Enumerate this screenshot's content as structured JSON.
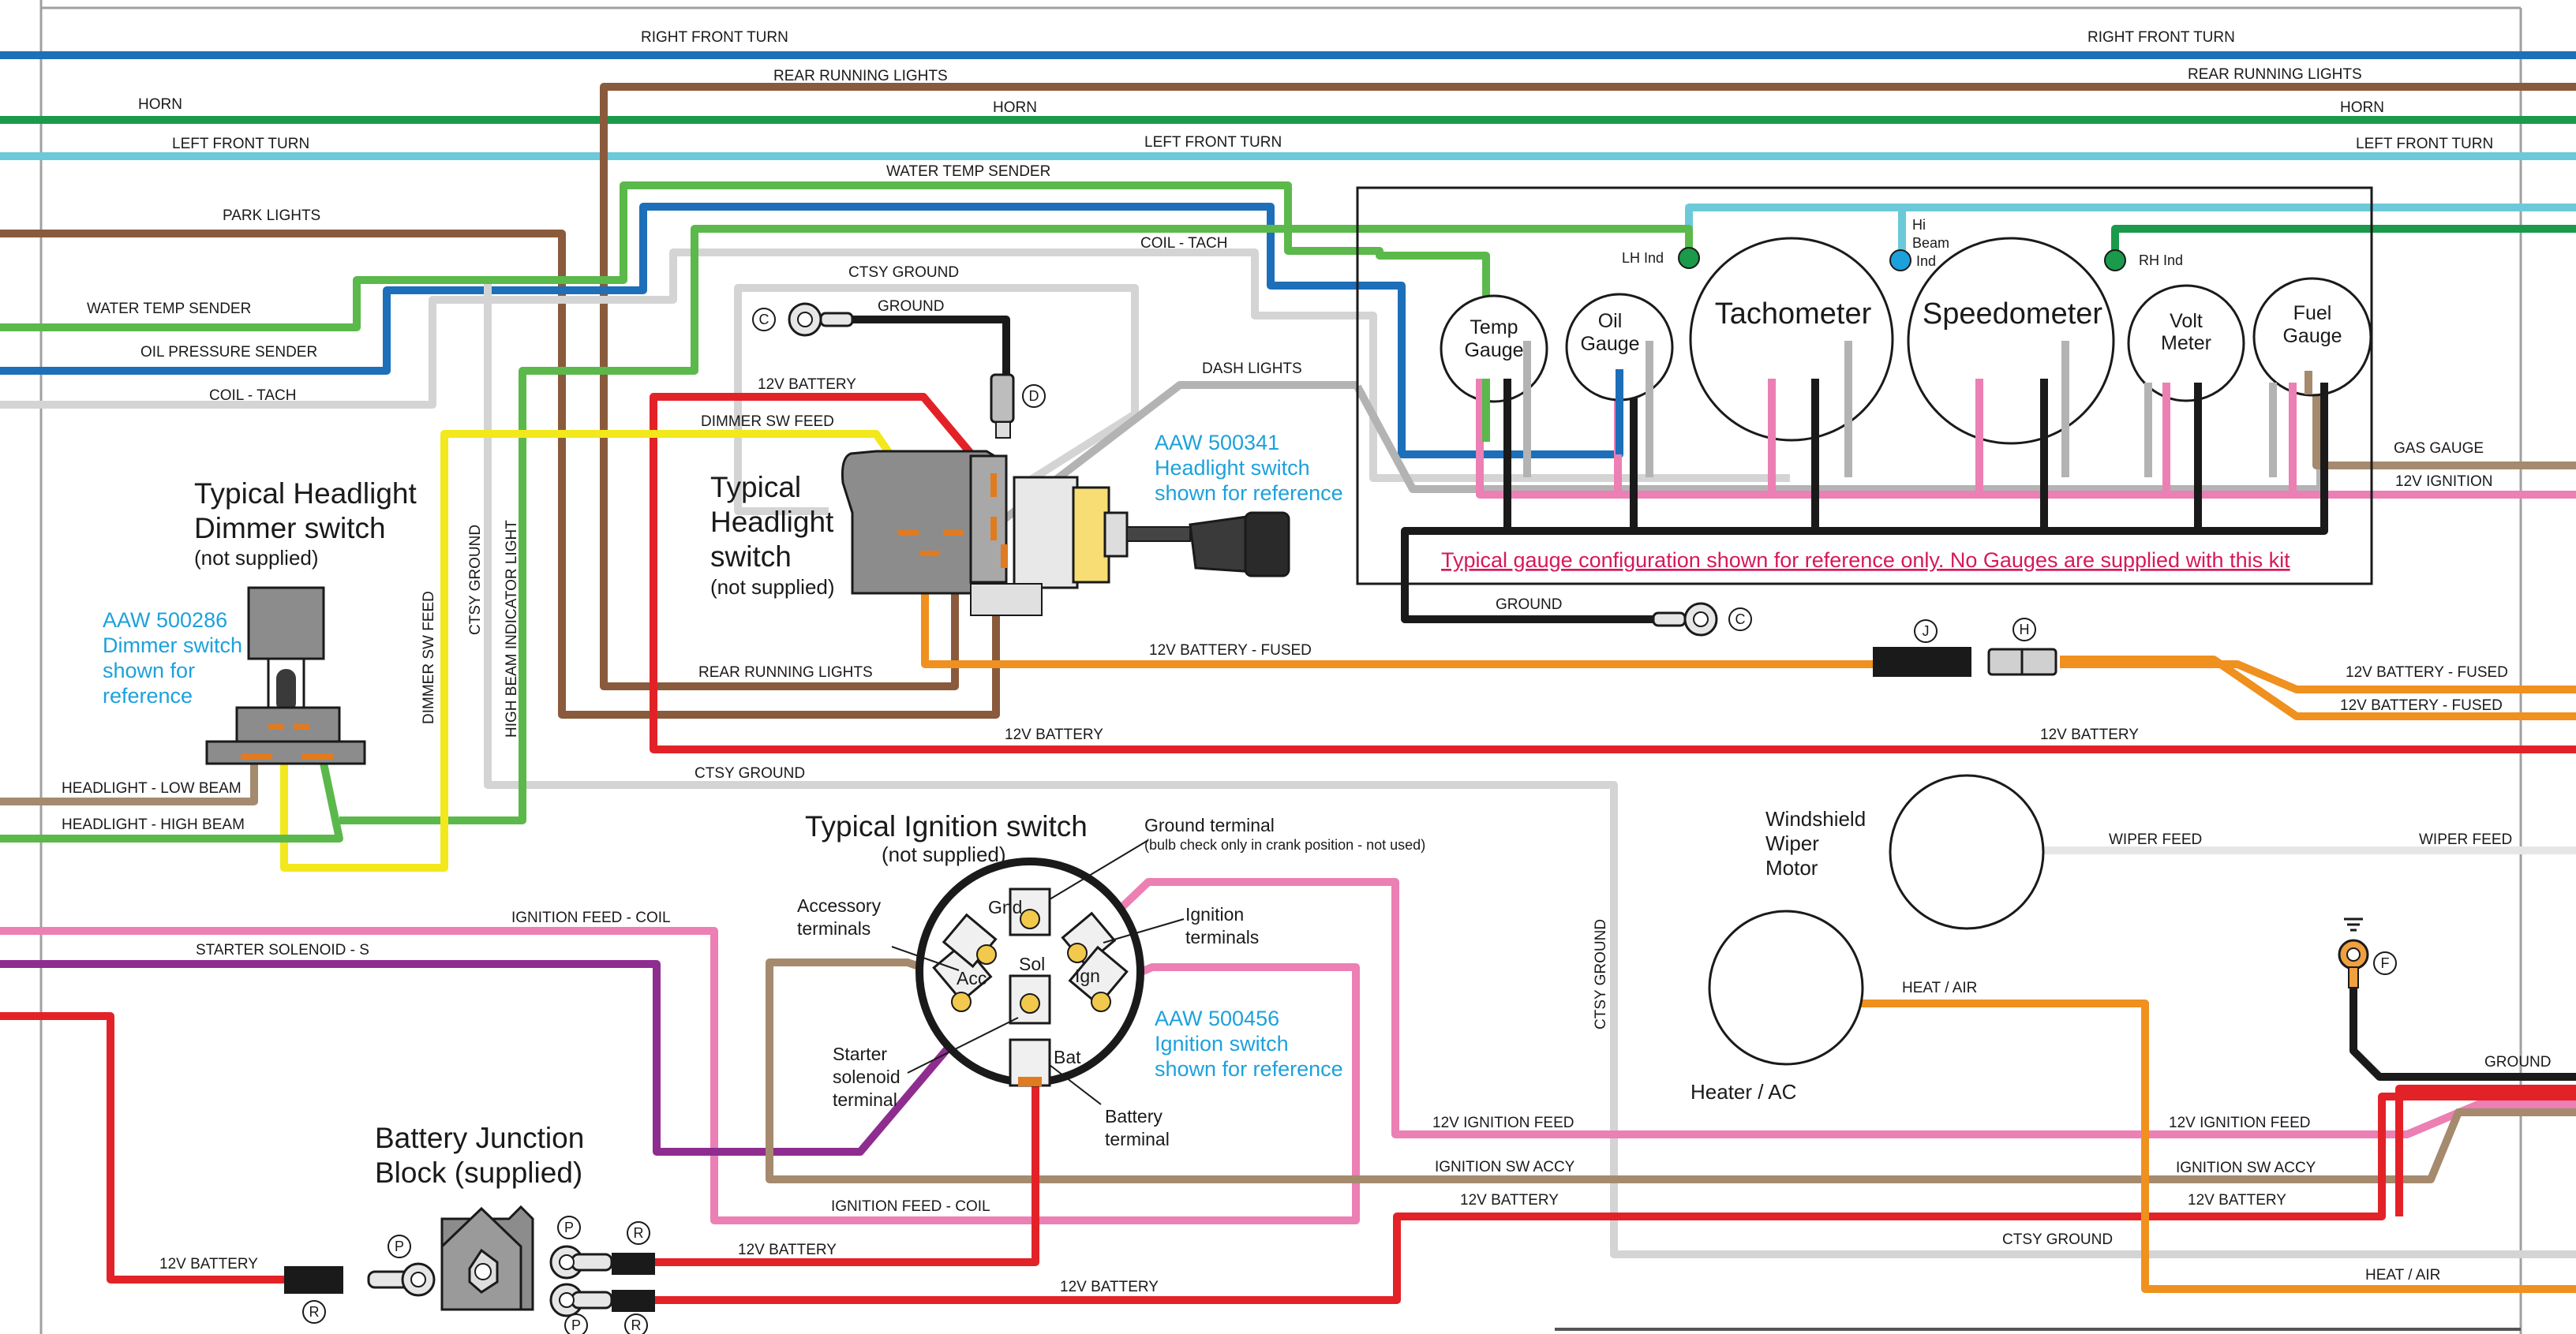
{
  "colors": {
    "blue": "#1c6fb8",
    "green": "#1a9a4a",
    "lightblue": "#6cc9d9",
    "brown": "#8a5a3c",
    "lightgreen": "#5ab94a",
    "gray": "#b3b3b3",
    "lightgray": "#d4d4d4",
    "yellow": "#f2e81c",
    "red": "#e32228",
    "orange": "#f0901e",
    "pink": "#ec7fb4",
    "purple": "#8e2d8f",
    "tan": "#a58a6e",
    "black": "#1a1a1a",
    "note": "#1da1dc",
    "warning": "#d6185b"
  },
  "wire_labels": {
    "right_front_turn_left": "RIGHT FRONT TURN",
    "right_front_turn_right": "RIGHT FRONT TURN",
    "rear_running_lights_top_left": "REAR RUNNING LIGHTS",
    "rear_running_lights_top_right": "REAR RUNNING LIGHTS",
    "horn_left": "HORN",
    "horn_mid": "HORN",
    "horn_right": "HORN",
    "left_front_turn_left": "LEFT FRONT TURN",
    "left_front_turn_mid": "LEFT FRONT TURN",
    "left_front_turn_right": "LEFT FRONT TURN",
    "water_temp_sender_top": "WATER TEMP SENDER",
    "park_lights": "PARK LIGHTS",
    "coil_tach_top": "COIL - TACH",
    "ctsy_ground_top": "CTSY GROUND",
    "ground_top": "GROUND",
    "water_temp_sender_left": "WATER TEMP SENDER",
    "oil_pressure_sender": "OIL PRESSURE SENDER",
    "coil_tach_left": "COIL - TACH",
    "battery_12v_top": "12V BATTERY",
    "dash_lights": "DASH LIGHTS",
    "dimmer_sw_feed_top": "DIMMER SW FEED",
    "gas_gauge": "GAS GAUGE",
    "ignition_12v_right": "12V IGNITION",
    "ground_gauges": "GROUND",
    "battery_fused_mid": "12V BATTERY - FUSED",
    "battery_fused_right1": "12V BATTERY - FUSED",
    "battery_fused_right2": "12V BATTERY - FUSED",
    "rear_running_lights_mid": "REAR RUNNING LIGHTS",
    "battery_12v_mid": "12V BATTERY",
    "battery_12v_mid_right": "12V BATTERY",
    "ctsy_ground_mid": "CTSY GROUND",
    "headlight_low_beam": "HEADLIGHT - LOW BEAM",
    "headlight_high_beam": "HEADLIGHT - HIGH BEAM",
    "dimmer_sw_feed_vert": "DIMMER SW FEED",
    "ctsy_ground_vert": "CTSY GROUND",
    "high_beam_indicator_vert": "HIGH BEAM INDICATOR LIGHT",
    "ctsy_ground_vert_right": "CTSY GROUND",
    "ignition_feed_coil_top": "IGNITION FEED - COIL",
    "starter_solenoid_s": "STARTER SOLENOID - S",
    "wiper_feed_left": "WIPER FEED",
    "wiper_feed_right": "WIPER FEED",
    "heat_air_mid": "HEAT / AIR",
    "ground_lower_right": "GROUND",
    "ignition_feed_12v_left": "12V IGNITION FEED",
    "ignition_feed_12v_right": "12V IGNITION FEED",
    "ignition_sw_accy_left": "IGNITION SW ACCY",
    "ignition_sw_accy_right": "IGNITION SW ACCY",
    "ignition_feed_coil_bottom": "IGNITION FEED - COIL",
    "battery_12v_bottom_right1": "12V BATTERY",
    "battery_12v_bottom_right2": "12V BATTERY",
    "ctsy_ground_bottom": "CTSY GROUND",
    "heat_air_bottom": "HEAT / AIR",
    "battery_12v_bottom_left": "12V BATTERY",
    "battery_12v_block1": "12V BATTERY",
    "battery_12v_block2": "12V BATTERY"
  },
  "components": {
    "dimmer_title_1": "Typical Headlight",
    "dimmer_title_2": "Dimmer switch",
    "dimmer_not_supplied": "(not supplied)",
    "dimmer_note_1": "AAW 500286",
    "dimmer_note_2": "Dimmer switch",
    "dimmer_note_3": "shown for",
    "dimmer_note_4": "reference",
    "headlight_title_1": "Typical",
    "headlight_title_2": "Headlight",
    "headlight_title_3": "switch",
    "headlight_not_supplied": "(not supplied)",
    "headlight_note_1": "AAW 500341",
    "headlight_note_2": "Headlight switch",
    "headlight_note_3": "shown for reference",
    "ignition_title": "Typical Ignition switch",
    "ignition_not_supplied": "(not supplied)",
    "ground_terminal": "Ground terminal",
    "ground_terminal_note": "(bulb check only in crank position - not used)",
    "accessory_terminals_1": "Accessory",
    "accessory_terminals_2": "terminals",
    "ignition_terminals_1": "Ignition",
    "ignition_terminals_2": "terminals",
    "starter_solenoid_1": "Starter",
    "starter_solenoid_2": "solenoid",
    "starter_solenoid_3": "terminal",
    "battery_terminal_1": "Battery",
    "battery_terminal_2": "terminal",
    "ignition_note_1": "AAW 500456",
    "ignition_note_2": "Ignition switch",
    "ignition_note_3": "shown for reference",
    "term_gnd": "Gnd",
    "term_acc": "Acc",
    "term_sol": "Sol",
    "term_ign": "Ign",
    "term_bat": "Bat",
    "battery_block_1": "Battery Junction",
    "battery_block_2": "Block (supplied)",
    "wiper_1": "Windshield",
    "wiper_2": "Wiper",
    "wiper_3": "Motor",
    "heater": "Heater / AC"
  },
  "gauges": {
    "temp_1": "Temp",
    "temp_2": "Gauge",
    "oil_1": "Oil",
    "oil_2": "Gauge",
    "tachometer": "Tachometer",
    "speedometer": "Speedometer",
    "volt_1": "Volt",
    "volt_2": "Meter",
    "fuel_1": "Fuel",
    "fuel_2": "Gauge",
    "lh_ind": "LH Ind",
    "hi_beam_1": "Hi",
    "hi_beam_2": "Beam",
    "hi_beam_3": "Ind",
    "rh_ind": "RH Ind",
    "warning": "Typical gauge configuration shown for reference only. No Gauges are supplied with this kit"
  },
  "callouts": {
    "c1": "C",
    "d": "D",
    "c2": "C",
    "j": "J",
    "h": "H",
    "f": "F",
    "p1": "P",
    "p2": "P",
    "p3": "P",
    "r1": "R",
    "r2": "R",
    "r3": "R"
  }
}
